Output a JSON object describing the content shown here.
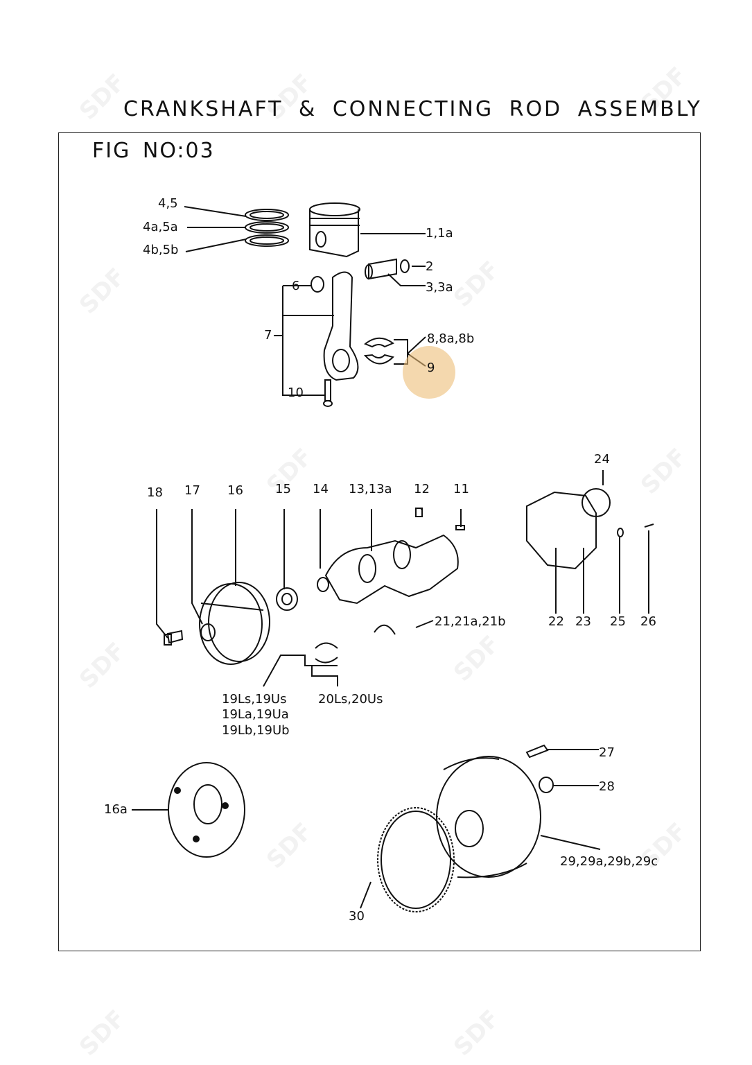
{
  "title": "CRANKSHAFT & CONNECTING ROD ASSEMBLY",
  "figure_number": "FIG NO:03",
  "watermark": "SDF",
  "highlight_color": "#ECBE78",
  "callouts": [
    "4,5",
    "4a,5a",
    "4b,5b",
    "1,1a",
    "2",
    "3,3a",
    "6",
    "7",
    "8,8a,8b",
    "9",
    "10",
    "24",
    "18",
    "17",
    "16",
    "15",
    "14",
    "13,13a",
    "12",
    "11",
    "21,21a,21b",
    "22",
    "23",
    "25",
    "26",
    "19Ls,19Us",
    "19La,19Ua",
    "19Lb,19Ub",
    "20Ls,20Us",
    "27",
    "28",
    "16a",
    "29,29a,29b,29c",
    "30"
  ]
}
